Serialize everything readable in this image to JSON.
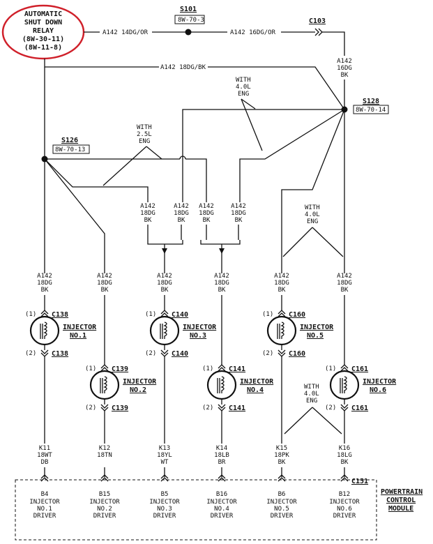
{
  "asd_relay": {
    "lines": [
      "AUTOMATIC",
      "SHUT DOWN",
      "RELAY",
      "(8W-30-11)",
      "(8W-11-8)"
    ],
    "highlight_color": "#d0202a"
  },
  "splices": {
    "s101": {
      "name": "S101",
      "ref": "8W-70-3"
    },
    "s128": {
      "name": "S128",
      "ref": "8W-70-14"
    },
    "s126": {
      "name": "S126",
      "ref": "8W-70-13"
    }
  },
  "c103": "C103",
  "c151": "C151",
  "wires_top": {
    "w1": "A142 14DG/OR",
    "w2": "A142 16DG/OR",
    "w3": "A142 18DG/BK",
    "c103_drop": [
      "A142",
      "16DG",
      "BK"
    ]
  },
  "notes": {
    "with_40_top": [
      "WITH",
      "4.0L",
      "ENG"
    ],
    "with_25": [
      "WITH",
      "2.5L",
      "ENG"
    ],
    "with_40_mid": [
      "WITH",
      "4.0L",
      "ENG"
    ],
    "with_40_bottom": [
      "WITH",
      "4.0L",
      "ENG"
    ]
  },
  "branch_labels": [
    "A142",
    "18DG",
    "BK"
  ],
  "injectors": [
    {
      "label": [
        "INJECTOR",
        "NO.1"
      ],
      "conn": "C138",
      "top_wire": [
        "A142",
        "18DG",
        "BK"
      ],
      "bottom_wire": [
        "K11",
        "18WT",
        "DB"
      ],
      "pin1": "(1)",
      "pin2": "(2)"
    },
    {
      "label": [
        "INJECTOR",
        "NO.2"
      ],
      "conn": "C139",
      "top_wire": [
        "A142",
        "18DG",
        "BK"
      ],
      "bottom_wire": [
        "K12",
        "18TN"
      ],
      "pin1": "(1)",
      "pin2": "(2)"
    },
    {
      "label": [
        "INJECTOR",
        "NO.3"
      ],
      "conn": "C140",
      "top_wire": [
        "A142",
        "18DG",
        "BK"
      ],
      "bottom_wire": [
        "K13",
        "18YL",
        "WT"
      ],
      "pin1": "(1)",
      "pin2": "(2)"
    },
    {
      "label": [
        "INJECTOR",
        "NO.4"
      ],
      "conn": "C141",
      "top_wire": [
        "A142",
        "18DG",
        "BK"
      ],
      "bottom_wire": [
        "K14",
        "18LB",
        "BR"
      ],
      "pin1": "(1)",
      "pin2": "(2)"
    },
    {
      "label": [
        "INJECTOR",
        "NO.5"
      ],
      "conn": "C160",
      "top_wire": [
        "A142",
        "18DG",
        "BK"
      ],
      "bottom_wire": [
        "K15",
        "18PK",
        "BK"
      ],
      "pin1": "(1)",
      "pin2": "(2)"
    },
    {
      "label": [
        "INJECTOR",
        "NO.6"
      ],
      "conn": "C161",
      "top_wire": [
        "A142",
        "18DG",
        "BK"
      ],
      "bottom_wire": [
        "K16",
        "18LG",
        "BK"
      ],
      "pin1": "(1)",
      "pin2": "(2)"
    }
  ],
  "pcm": {
    "title": [
      "POWERTRAIN",
      "CONTROL",
      "MODULE"
    ],
    "pins": [
      {
        "pin": "B4",
        "lines": [
          "INJECTOR",
          "NO.1",
          "DRIVER"
        ]
      },
      {
        "pin": "B15",
        "lines": [
          "INJECTOR",
          "NO.2",
          "DRIVER"
        ]
      },
      {
        "pin": "B5",
        "lines": [
          "INJECTOR",
          "NO.3",
          "DRIVER"
        ]
      },
      {
        "pin": "B16",
        "lines": [
          "INJECTOR",
          "NO.4",
          "DRIVER"
        ]
      },
      {
        "pin": "B6",
        "lines": [
          "INJECTOR",
          "NO.5",
          "DRIVER"
        ]
      },
      {
        "pin": "B12",
        "lines": [
          "INJECTOR",
          "NO.6",
          "DRIVER"
        ]
      }
    ]
  }
}
